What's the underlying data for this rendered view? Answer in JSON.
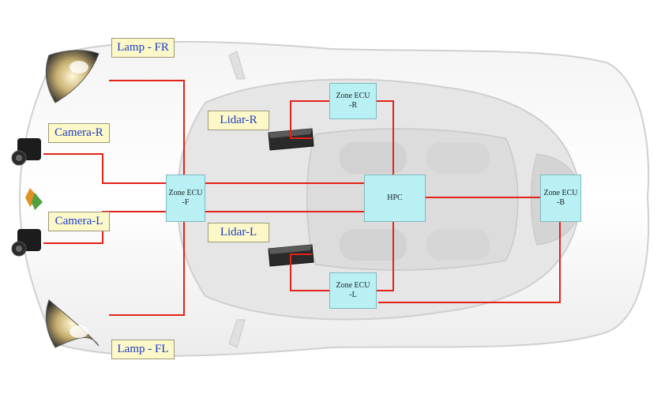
{
  "colors": {
    "wire": "#e2231a",
    "label_bg": "#fdf8c8",
    "label_text": "#1a3cc8",
    "ecu_bg": "#b8f0f4"
  },
  "labels": {
    "lamp_fr": "Lamp - FR",
    "lamp_fl": "Lamp - FL",
    "camera_r": "Camera-R",
    "camera_l": "Camera-L",
    "lidar_r": "Lidar-R",
    "lidar_l": "Lidar-L"
  },
  "boxes": {
    "zone_r": {
      "line1": "Zone ECU",
      "line2": "-R"
    },
    "zone_l": {
      "line1": "Zone ECU",
      "line2": "-L"
    },
    "zone_f": {
      "line1": "Zone ECU",
      "line2": "-F"
    },
    "zone_b": {
      "line1": "Zone ECU",
      "line2": "-B"
    },
    "hpc": {
      "line1": "HPC"
    }
  },
  "icons": [
    "headlamp-icon",
    "camera-icon",
    "lidar-icon",
    "car-body-icon",
    "brand-logo-icon"
  ]
}
